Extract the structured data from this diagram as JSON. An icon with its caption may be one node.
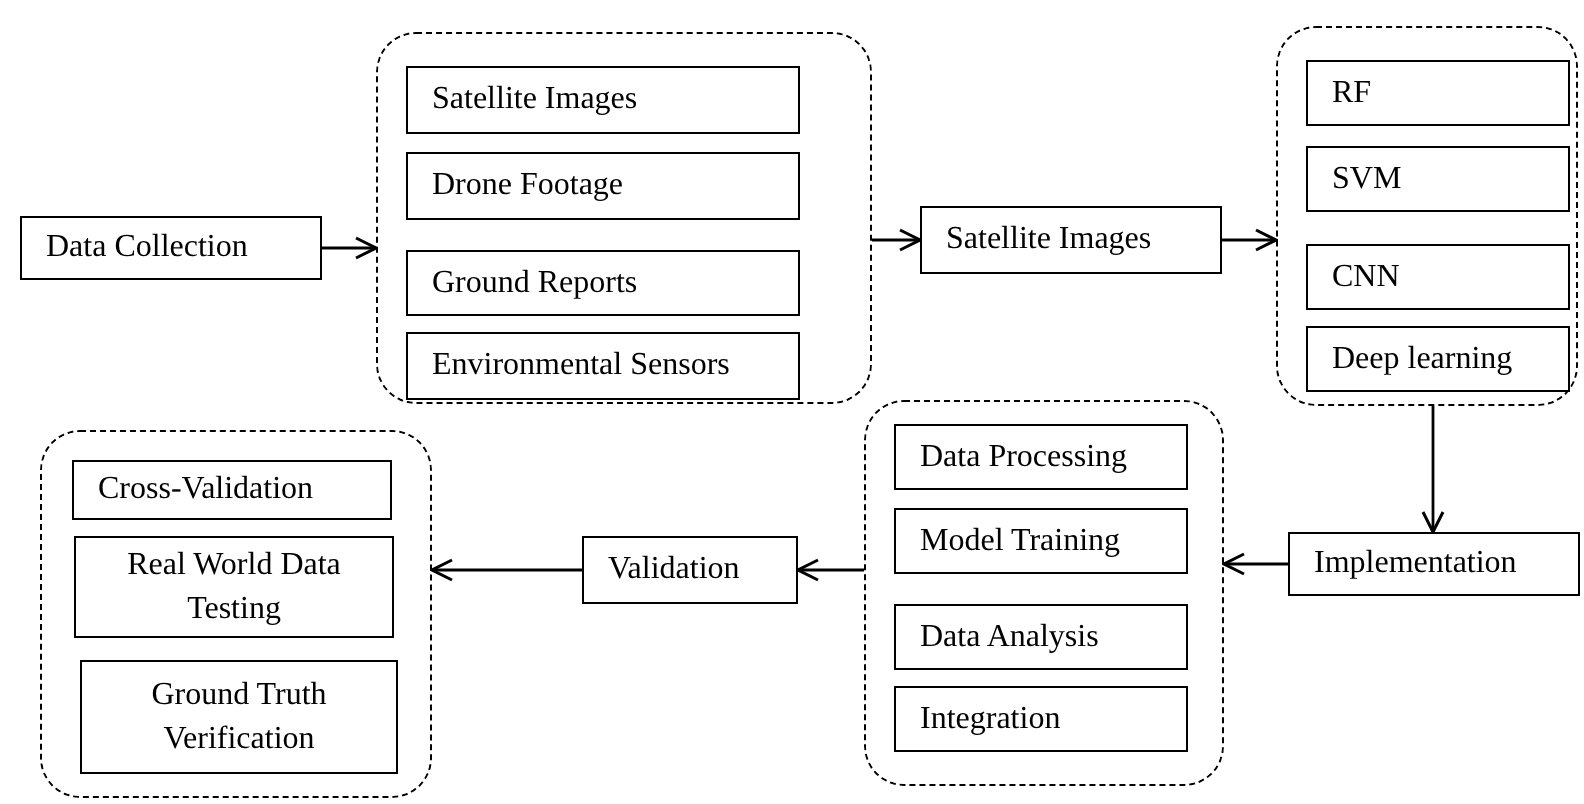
{
  "diagram": {
    "nodes": [
      {
        "text": [
          "Data Collection"
        ]
      },
      {
        "text": [],
        "shape": "box"
      },
      {
        "text": [
          "Satellite Images"
        ],
        "in": 1
      },
      {
        "text": [
          "Drone Footage"
        ],
        "in": 1
      },
      {
        "text": [
          "Ground Reports"
        ],
        "in": 1
      },
      {
        "text": [
          "Environmental Sensors"
        ],
        "in": 1
      },
      {
        "text": [
          "Satellite Images"
        ]
      },
      {
        "text": [],
        "shape": "box"
      },
      {
        "text": [
          "RF"
        ],
        "in": 7
      },
      {
        "text": [
          "SVM"
        ],
        "in": 7
      },
      {
        "text": [
          "CNN"
        ],
        "in": 7
      },
      {
        "text": [
          "Deep learning"
        ],
        "in": 7
      },
      {
        "text": [
          "Implementation"
        ]
      },
      {
        "text": [],
        "shape": "box"
      },
      {
        "text": [
          "Data Processing"
        ],
        "in": 13
      },
      {
        "text": [
          "Model Training"
        ],
        "in": 13
      },
      {
        "text": [
          "Data Analysis"
        ],
        "in": 13
      },
      {
        "text": [
          "Integration"
        ],
        "in": 13
      },
      {
        "text": [
          "Validation"
        ]
      },
      {
        "text": [],
        "shape": "box"
      },
      {
        "text": [
          "Cross-Validation"
        ],
        "in": 19
      },
      {
        "text": [
          "Real World Data Testing"
        ],
        "in": 19
      },
      {
        "text": [
          "Ground Truth Verification"
        ],
        "in": 19
      }
    ],
    "edges": [
      {
        "from": 0,
        "to": 1,
        "arrow": "to"
      },
      {
        "from": 1,
        "to": 6,
        "arrow": "to"
      },
      {
        "from": 6,
        "to": 7,
        "arrow": "to"
      },
      {
        "from": 7,
        "to": 12,
        "arrow": "to"
      },
      {
        "from": 12,
        "to": 13,
        "arrow": "to"
      },
      {
        "from": 13,
        "to": 18,
        "arrow": "to"
      },
      {
        "from": 18,
        "to": 19,
        "arrow": "to"
      }
    ]
  }
}
